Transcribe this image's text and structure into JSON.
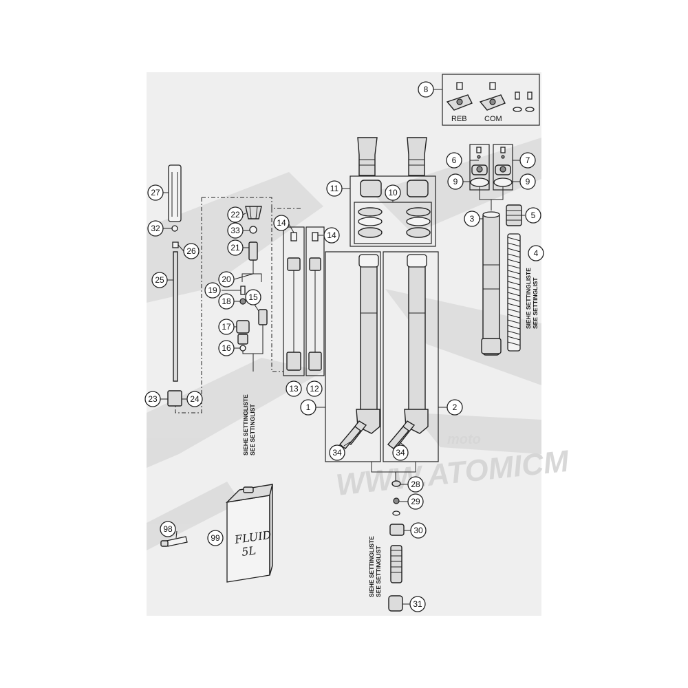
{
  "diagram": {
    "callouts": [
      "1",
      "2",
      "3",
      "4",
      "5",
      "6",
      "7",
      "8",
      "9",
      "9",
      "10",
      "11",
      "12",
      "13",
      "14",
      "14",
      "15",
      "16",
      "17",
      "18",
      "19",
      "20",
      "21",
      "22",
      "23",
      "24",
      "25",
      "26",
      "27",
      "28",
      "29",
      "30",
      "31",
      "32",
      "33",
      "34",
      "34",
      "98",
      "99"
    ],
    "labels": {
      "reb": "REB",
      "com": "COM",
      "setting_de": "SIEHE SETTINGLISTE",
      "setting_en": "SEE SETTINGLIST",
      "fluid": "FLUID",
      "fluid_volume": "5L"
    },
    "watermark": {
      "url": "WWW.ATOMICM",
      "brand": "moto"
    }
  }
}
